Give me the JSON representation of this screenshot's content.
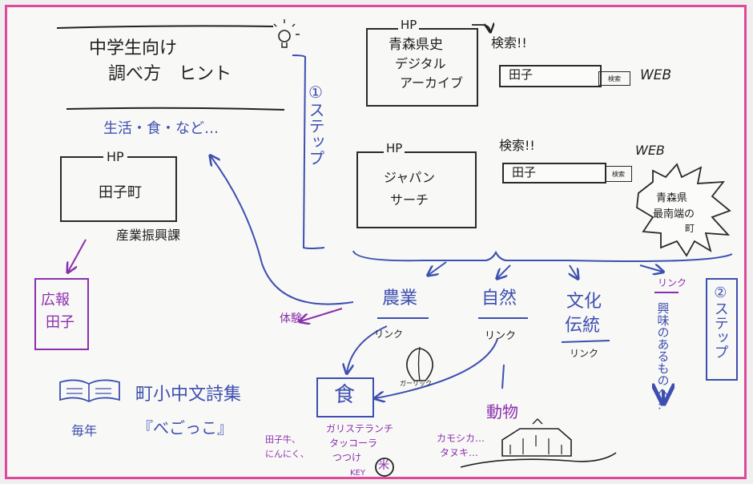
{
  "colors": {
    "border": "#e0489a",
    "ink_black": "#1f1f1f",
    "ink_blue": "#3d4fb0",
    "ink_purple": "#8b2fae"
  },
  "title": {
    "line1": "中学生向け",
    "line2": "調べ方　ヒント"
  },
  "examples": "生活・食・など…",
  "town_hp": {
    "label": "HP",
    "name": "田子町",
    "dept": "産業振興課"
  },
  "koho": {
    "line1": "広報",
    "line2": "田子"
  },
  "step1": "①ステップ",
  "archive": {
    "hp": "HP",
    "line1": "青森県史",
    "line2": "デジタル",
    "line3": "アーカイブ",
    "search_label": "検索!!",
    "query": "田子",
    "button": "検索",
    "web": "WEB"
  },
  "japansearch": {
    "hp": "HP",
    "line1": "ジャパン",
    "line2": "サーチ",
    "search_label": "検索!!",
    "query": "田子",
    "button": "検索",
    "web": "WEB"
  },
  "burst": {
    "line1": "青森県",
    "line2": "最南端の",
    "line3": "町"
  },
  "categories": {
    "agri": {
      "label": "農業",
      "link": "リンク",
      "taiken": "体験"
    },
    "nature": {
      "label": "自然",
      "link": "リンク"
    },
    "culture": {
      "line1": "文化",
      "line2": "伝統",
      "link": "リンク"
    },
    "link4": "リンク",
    "interest": "興味のあるものへ…"
  },
  "step2": "②ステップ",
  "garlic": "ガーリック",
  "poems": {
    "title": "町小中文詩集",
    "name": "『べごっこ』",
    "yearly": "毎年"
  },
  "food": {
    "label": "食",
    "ushi_line1": "田子牛、",
    "ushi_line2": "にんにく、",
    "menu_line1": "ガリステランチ",
    "menu_line2": "タッコーラ",
    "menu_line3": "つつけ",
    "key": "KEY",
    "rice": "米"
  },
  "animals": {
    "label": "動物",
    "line1": "カモシカ…",
    "line2": "タヌキ…"
  }
}
